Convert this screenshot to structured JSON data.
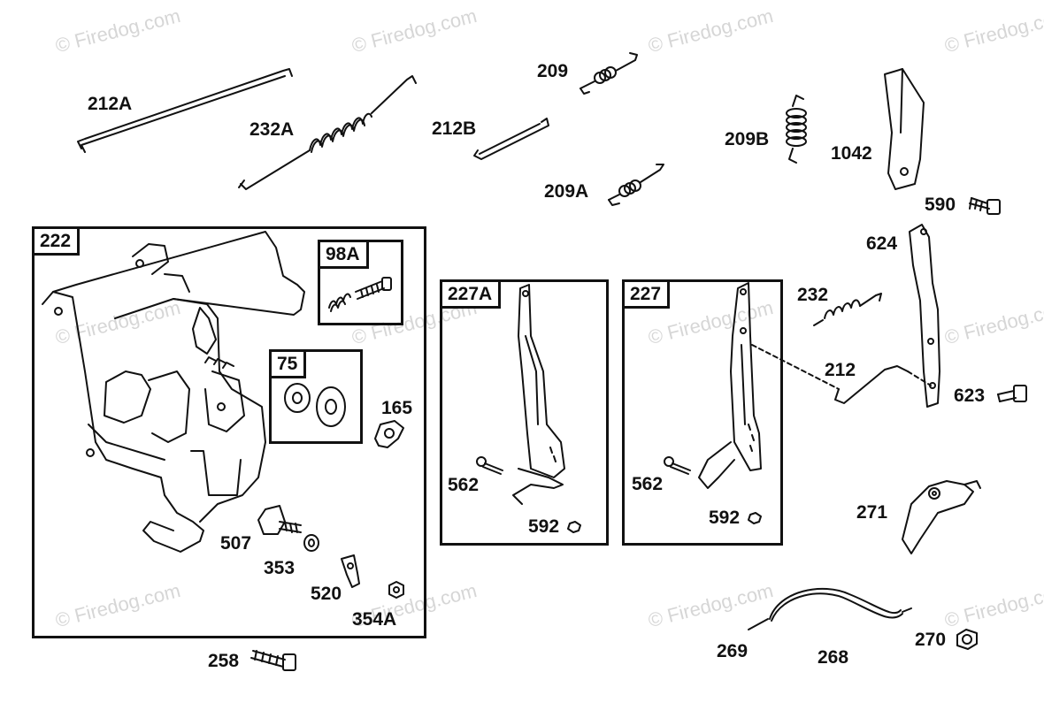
{
  "watermark": "© Firedog.com",
  "boxes": {
    "b222": "222",
    "b98A": "98A",
    "b75": "75",
    "b227A": "227A",
    "b227": "227"
  },
  "labels": {
    "l212A": "212A",
    "l232A": "232A",
    "l209": "209",
    "l212B": "212B",
    "l209B": "209B",
    "l209A": "209A",
    "l1042": "1042",
    "l590": "590",
    "l624": "624",
    "l232": "232",
    "l212": "212",
    "l623": "623",
    "l165": "165",
    "l507": "507",
    "l353": "353",
    "l520": "520",
    "l354A": "354A",
    "l258": "258",
    "l562a": "562",
    "l592a": "592",
    "l562b": "562",
    "l592b": "592",
    "l271": "271",
    "l269": "269",
    "l268": "268",
    "l270": "270"
  }
}
